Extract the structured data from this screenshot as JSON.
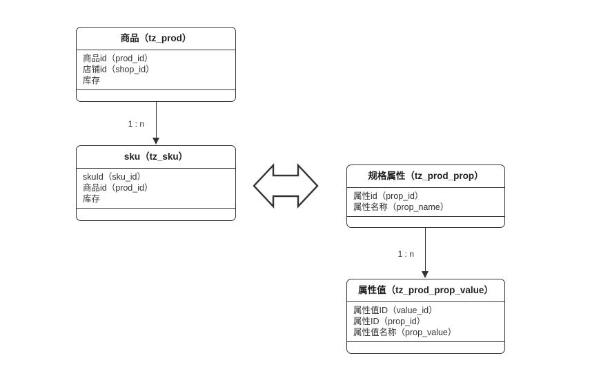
{
  "diagram": {
    "type": "er-class-diagram",
    "background": "#ffffff",
    "line_color": "#333333",
    "text_color": "#2f2f2f"
  },
  "entities": [
    {
      "key": "tz_prod",
      "title": "商品（tz_prod）",
      "fields": [
        "商品id（prod_id）",
        "店铺id（shop_id）",
        "库存"
      ]
    },
    {
      "key": "tz_sku",
      "title": "sku（tz_sku）",
      "fields": [
        "skuId（sku_id）",
        "商品id（prod_id）",
        "库存"
      ]
    },
    {
      "key": "tz_prod_prop",
      "title": "规格属性（tz_prod_prop）",
      "fields": [
        "属性id（prop_id）",
        "属性名称（prop_name）"
      ]
    },
    {
      "key": "tz_prod_prop_value",
      "title": "属性值（tz_prod_prop_value）",
      "fields": [
        "属性值ID（value_id）",
        "属性ID（prop_id）",
        "属性值名称（prop_value）"
      ]
    }
  ],
  "relationships": [
    {
      "key": "prod-to-sku",
      "label": "1 : n",
      "from": "tz_prod",
      "to": "tz_sku",
      "style": "solid-arrow-down"
    },
    {
      "key": "prop-to-prop-value",
      "label": "1 : n",
      "from": "tz_prod_prop",
      "to": "tz_prod_prop_value",
      "style": "solid-arrow-down"
    },
    {
      "key": "sku-to-prop",
      "label": "",
      "from": "tz_sku",
      "to": "tz_prod_prop",
      "style": "hollow-double-arrow"
    }
  ]
}
